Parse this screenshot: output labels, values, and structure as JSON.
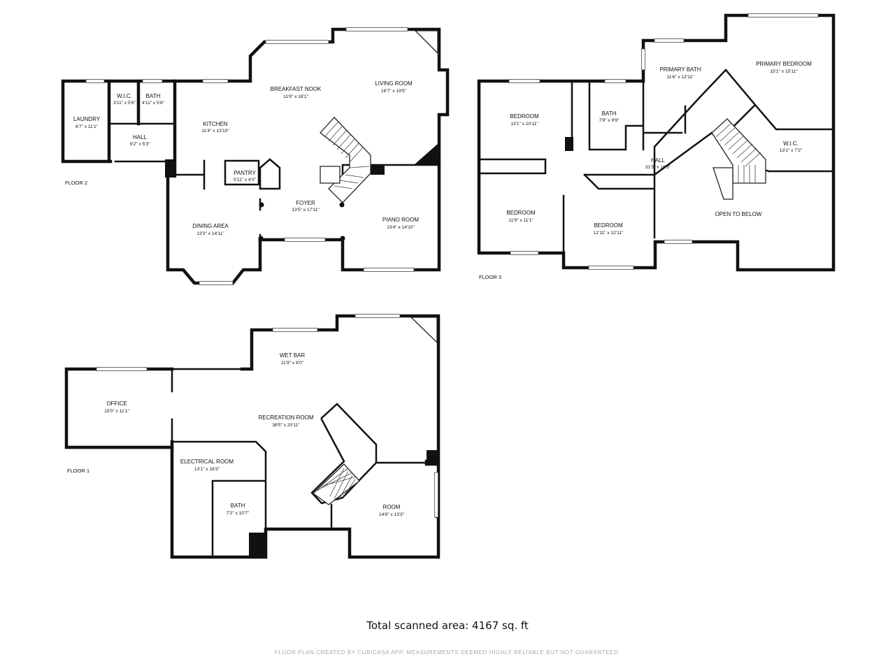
{
  "floors": {
    "floor2": {
      "label": "FLOOR 2",
      "rooms": [
        {
          "name": "LAUNDRY",
          "dims": "6'7\" x 11'1\""
        },
        {
          "name": "W.I.C.",
          "dims": "3'11\" x 5'6\""
        },
        {
          "name": "BATH",
          "dims": "4'11\" x 5'6\""
        },
        {
          "name": "HALL",
          "dims": "9'2\" x 5'3\""
        },
        {
          "name": "KITCHEN",
          "dims": "11'4\" x 13'10\""
        },
        {
          "name": "BREAKFAST NOOK",
          "dims": "11'8\" x 18'1\""
        },
        {
          "name": "LIVING ROOM",
          "dims": "16'7\" x 19'5\""
        },
        {
          "name": "PANTRY",
          "dims": "5'11\" x 4'3\""
        },
        {
          "name": "FOYER",
          "dims": "13'5\" x 17'11\""
        },
        {
          "name": "DINING AREA",
          "dims": "13'3\" x 14'11\""
        },
        {
          "name": "PIANO ROOM",
          "dims": "13'4\" x 14'10\""
        }
      ]
    },
    "floor3": {
      "label": "FLOOR 3",
      "rooms": [
        {
          "name": "PRIMARY BATH",
          "dims": "11'6\" x 12'11\""
        },
        {
          "name": "PRIMARY BEDROOM",
          "dims": "15'1\" x 15'11\""
        },
        {
          "name": "BEDROOM",
          "dims": "13'1\" x 10'11\""
        },
        {
          "name": "BATH",
          "dims": "7'9\" x 9'9\""
        },
        {
          "name": "W.I.C.",
          "dims": "13'1\" x 7'2\""
        },
        {
          "name": "HALL",
          "dims": "31'5\" x 16'3\""
        },
        {
          "name": "BEDROOM",
          "dims": "11'9\" x 11'1\""
        },
        {
          "name": "BEDROOM",
          "dims": "12'11\" x 12'11\""
        },
        {
          "name": "OPEN TO BELOW",
          "dims": ""
        }
      ]
    },
    "floor1": {
      "label": "FLOOR 1",
      "rooms": [
        {
          "name": "WET BAR",
          "dims": "11'9\" x 8'0\""
        },
        {
          "name": "OFFICE",
          "dims": "15'0\" x 11'1\""
        },
        {
          "name": "RECREATION ROOM",
          "dims": "38'5\" x 20'11\""
        },
        {
          "name": "ELECTRICAL ROOM",
          "dims": "13'1\" x 16'3\""
        },
        {
          "name": "BATH",
          "dims": "7'2\" x 10'7\""
        },
        {
          "name": "ROOM",
          "dims": "14'8\" x 13'3\""
        }
      ]
    }
  },
  "total_area": "Total scanned area: 4167 sq. ft",
  "credit": "FLOOR PLAN CREATED BY CUBICASA APP. MEASUREMENTS DEEMED HIGHLY RELIABLE BUT NOT GUARANTEED."
}
